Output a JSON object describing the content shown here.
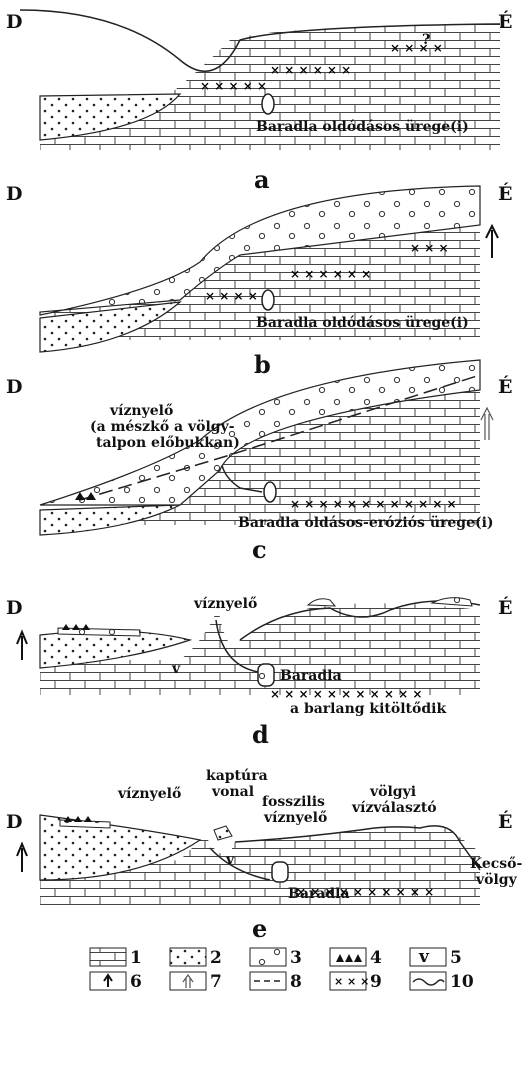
{
  "direction": {
    "left": "D",
    "right": "É"
  },
  "panels": [
    {
      "letter": "a",
      "labels": {
        "cave": "Baradla oldódásos ürege(i)"
      }
    },
    {
      "letter": "b",
      "labels": {
        "cave": "Baradla oldódásos ürege(i)"
      }
    },
    {
      "letter": "c",
      "labels": {
        "sink1": "víznyelő",
        "sink2": "(a mészkő a völgy-",
        "sink3": "talpon előbukkan)",
        "cave": "Baradla oldásos-eróziós ürege(i)"
      }
    },
    {
      "letter": "d",
      "labels": {
        "sink": "víznyelő",
        "cave": "Baradla",
        "fill": "a barlang kitöltődik",
        "v": "v"
      }
    },
    {
      "letter": "e",
      "labels": {
        "capt1": "kaptúra",
        "capt2": "vonal",
        "sink": "víznyelő",
        "fos1": "fosszilis",
        "fos2": "víznyelő",
        "div1": "völgyi",
        "div2": "vízválasztó",
        "kec1": "Kecső-",
        "kec2": "völgy",
        "cave": "Baradla",
        "v": "v"
      }
    }
  ],
  "question_mark": "?",
  "legend": [
    "1",
    "2",
    "3",
    "4",
    "5",
    "6",
    "7",
    "8",
    "9",
    "10"
  ],
  "legend_v": "v"
}
